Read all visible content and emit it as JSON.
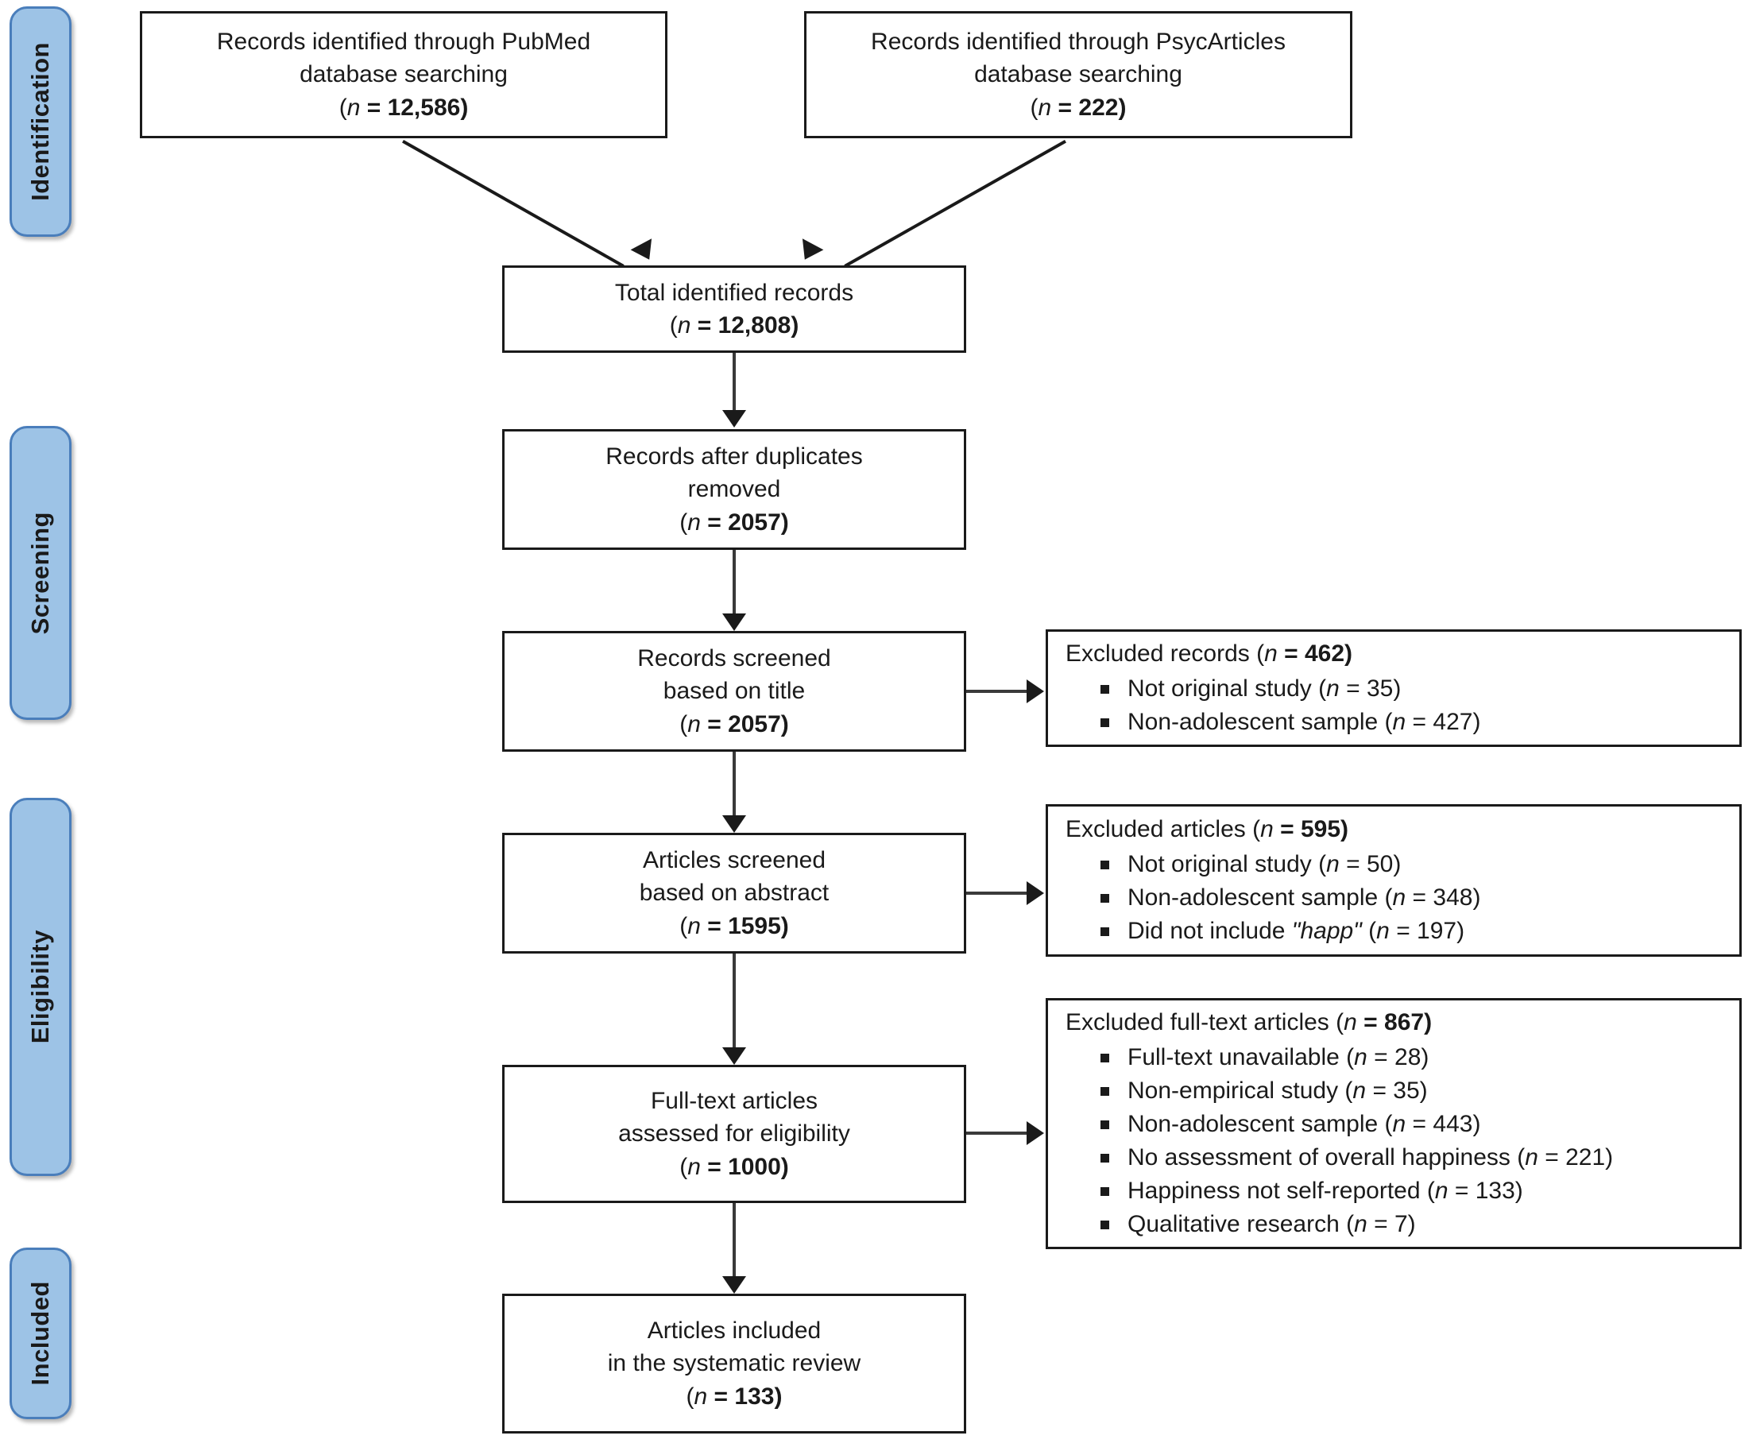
{
  "diagram": {
    "title": "PRISMA flow diagram",
    "accent_color": "#9dc3e6",
    "accent_border_color": "#4a7ebb",
    "line_color": "#1a1a1a",
    "box_fill": "#ffffff"
  },
  "stages": [
    {
      "label": "Identification"
    },
    {
      "label": "Screening"
    },
    {
      "label": "Eligibility"
    },
    {
      "label": "Included"
    }
  ],
  "boxes": {
    "pubmed": {
      "line1": "Records identified through PubMed",
      "line2": "database searching",
      "count_prefix": "(",
      "count_n": "n",
      "count_value": " = 12,586)"
    },
    "psycarticles": {
      "line1": "Records identified through PsycArticles",
      "line2": "database searching",
      "count_prefix": "(",
      "count_n": "n",
      "count_value": " = 222)"
    },
    "total": {
      "line1": "Total identified records",
      "count_prefix": "(",
      "count_n": "n",
      "count_value": " = 12,808)"
    },
    "duplicates": {
      "line1": "Records after duplicates",
      "line2": "removed",
      "count_prefix": "(",
      "count_n": "n",
      "count_value": " = 2057)"
    },
    "title_screen": {
      "line1": "Records screened",
      "line2": "based on title",
      "count_prefix": "(",
      "count_n": "n",
      "count_value": " = 2057)"
    },
    "abstract_screen": {
      "line1": "Articles screened",
      "line2": "based on abstract",
      "count_prefix": "(",
      "count_n": "n",
      "count_value": " = 1595)"
    },
    "fulltext": {
      "line1": "Full-text articles",
      "line2": "assessed for eligibility",
      "count_prefix": "(",
      "count_n": "n",
      "count_value": " = 1000)"
    },
    "included": {
      "line1": "Articles included",
      "line2": "in the systematic review",
      "count_prefix": "(",
      "count_n": "n",
      "count_value": " = 133)"
    }
  },
  "exclusions": {
    "records": {
      "title_pre": "Excluded records (",
      "title_n": "n",
      "title_post": " = 462)",
      "items": [
        {
          "pre": "Not original study (",
          "n": "n",
          "post": " = 35)"
        },
        {
          "pre": "Non-adolescent sample (",
          "n": "n",
          "post": " = 427)"
        }
      ]
    },
    "articles": {
      "title_pre": "Excluded articles (",
      "title_n": "n",
      "title_post": " = 595)",
      "items": [
        {
          "pre": "Not original study (",
          "n": "n",
          "post": " = 50)"
        },
        {
          "pre": "Non-adolescent sample (",
          "n": "n",
          "post": " = 348)"
        },
        {
          "pre": "Did not include ",
          "quote": "\"happ\"",
          "mid": " (",
          "n": "n",
          "post": " = 197)"
        }
      ]
    },
    "fulltext": {
      "title_pre": "Excluded full-text articles (",
      "title_n": "n",
      "title_post": " = 867)",
      "items": [
        {
          "pre": "Full-text unavailable (",
          "n": "n",
          "post": " = 28)"
        },
        {
          "pre": "Non-empirical study (",
          "n": "n",
          "post": " = 35)"
        },
        {
          "pre": "Non-adolescent sample (",
          "n": "n",
          "post": " = 443)"
        },
        {
          "pre": "No assessment of overall happiness (",
          "n": "n",
          "post": " = 221)"
        },
        {
          "pre": "Happiness not self-reported (",
          "n": "n",
          "post": " = 133)"
        },
        {
          "pre": "Qualitative research (",
          "n": "n",
          "post": " = 7)"
        }
      ]
    }
  }
}
